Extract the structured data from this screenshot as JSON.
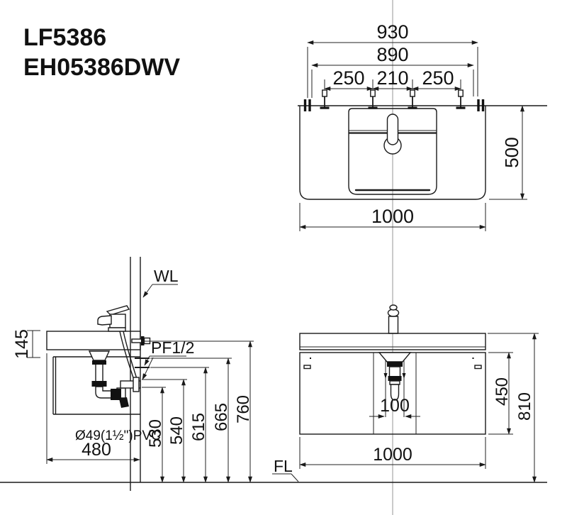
{
  "title": {
    "model1": "LF5386",
    "model2": "EH05386DWV"
  },
  "top_view": {
    "dim_930": "930",
    "dim_890": "890",
    "dim_250_left": "250",
    "dim_210": "210",
    "dim_250_right": "250",
    "dim_500": "500",
    "dim_1000": "1000"
  },
  "side_view": {
    "wall_label": "WL",
    "supply_label": "PF1/2",
    "pipe_label": "Ø49(1½\")PVC",
    "dim_145": "145",
    "dim_480": "480",
    "dim_530": "530",
    "dim_540": "540",
    "dim_615": "615",
    "dim_665": "665",
    "dim_760": "760"
  },
  "front_view": {
    "floor_label": "FL",
    "dim_100": "100",
    "dim_450": "450",
    "dim_810": "810",
    "dim_1000": "1000"
  }
}
